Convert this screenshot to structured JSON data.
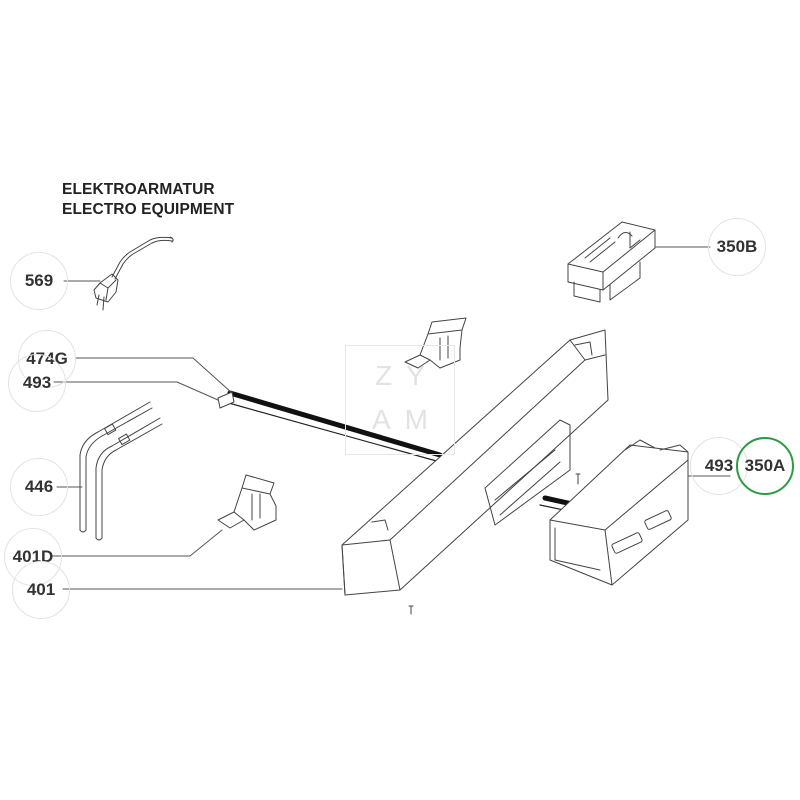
{
  "title": {
    "line1": "ELEKTROARMATUR",
    "line2": "ELECTRO EQUIPMENT"
  },
  "watermark": {
    "line1": "ZY",
    "line2": "AM"
  },
  "callouts": [
    {
      "id": "569",
      "label": "569",
      "part": "mains-plug-cable"
    },
    {
      "id": "350B",
      "label": "350B",
      "part": "switch-module"
    },
    {
      "id": "474G",
      "label": "474G",
      "part": "ribbon-cable"
    },
    {
      "id": "493a",
      "label": "493",
      "part": "cable-connector"
    },
    {
      "id": "446",
      "label": "446",
      "part": "tube-pair"
    },
    {
      "id": "401D",
      "label": "401D",
      "part": "bracket"
    },
    {
      "id": "401",
      "label": "401",
      "part": "control-panel-housing"
    },
    {
      "id": "493b",
      "label": "493",
      "part": "cable-connector"
    },
    {
      "id": "350A",
      "label": "350A",
      "part": "control-module-front",
      "highlighted": true
    }
  ],
  "colors": {
    "line": "#555555",
    "callout_border": "#e3e3e3",
    "highlight": "#2e9a43",
    "label_text": "#333333"
  }
}
